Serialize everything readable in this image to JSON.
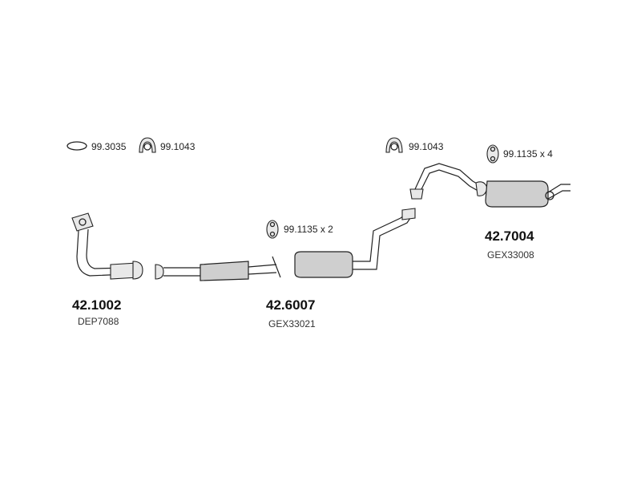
{
  "accessories": {
    "seal_code": "99.3035",
    "clamp1_code": "99.1043",
    "clamp2_code": "99.1043",
    "mount_center": "99.1135 x 2",
    "mount_rear": "99.1135 x 4"
  },
  "parts": {
    "front_pipe": {
      "number": "42.1002",
      "ref": "DEP7088"
    },
    "middle_silencer": {
      "number": "42.6007",
      "ref": "GEX33021"
    },
    "rear_silencer": {
      "number": "42.7004",
      "ref": "GEX33008"
    }
  }
}
